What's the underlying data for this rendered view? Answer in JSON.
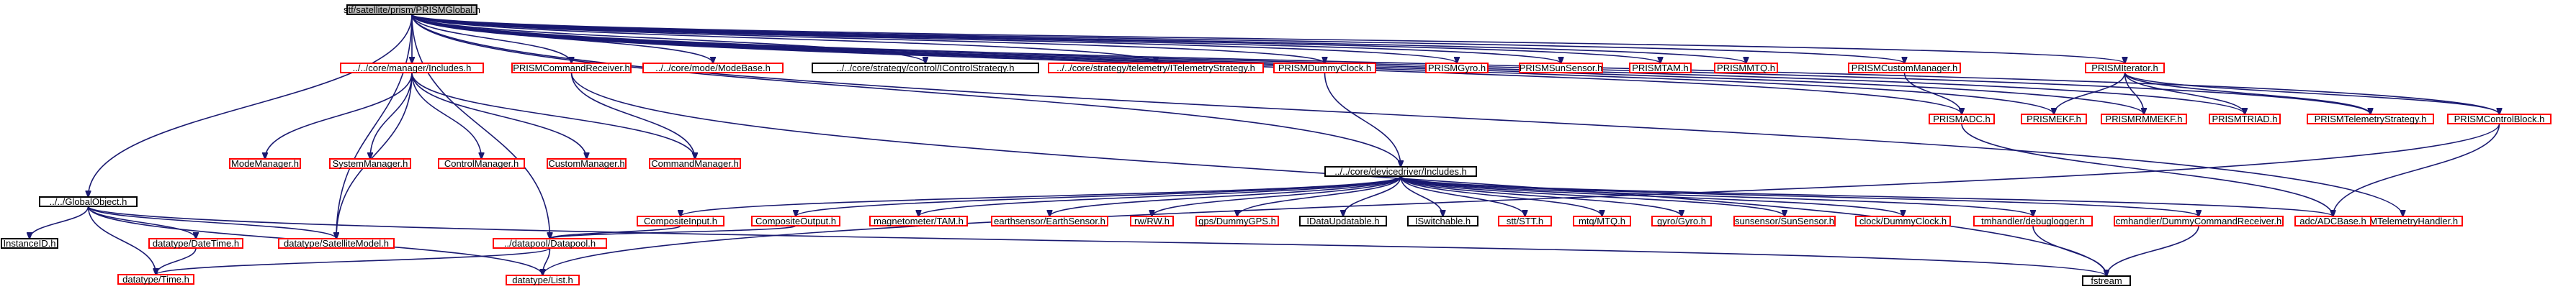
{
  "colors": {
    "edge": "#191970",
    "existing_border": "#000000",
    "missing_border": "#ff0000",
    "root_fill": "#bfbfbf",
    "node_fill": "#ffffff"
  },
  "nodes": {
    "root": {
      "label": "stf/satellite/prism/PRISMGlobal.h",
      "kind": "root"
    },
    "global_object": {
      "label": "../../GlobalObject.h",
      "kind": "existing"
    },
    "instance_id": {
      "label": "InstanceID.h",
      "kind": "existing"
    },
    "date_time": {
      "label": "datatype/DateTime.h",
      "kind": "missing"
    },
    "time": {
      "label": "datatype/Time.h",
      "kind": "missing"
    },
    "list": {
      "label": "datatype/List.h",
      "kind": "missing"
    },
    "satellite_model": {
      "label": "datatype/SatelliteModel.h",
      "kind": "missing"
    },
    "manager_includes": {
      "label": "../../core/manager/Includes.h",
      "kind": "missing"
    },
    "mode_manager": {
      "label": "ModeManager.h",
      "kind": "missing"
    },
    "system_manager": {
      "label": "SystemManager.h",
      "kind": "missing"
    },
    "control_manager": {
      "label": "ControlManager.h",
      "kind": "missing"
    },
    "custom_manager": {
      "label": "CustomManager.h",
      "kind": "missing"
    },
    "command_manager": {
      "label": "CommandManager.h",
      "kind": "missing"
    },
    "cmd_receiver": {
      "label": "PRISMCommandReceiver.h",
      "kind": "missing"
    },
    "mode_base": {
      "label": "../../core/mode/ModeBase.h",
      "kind": "missing"
    },
    "icontrol_strategy": {
      "label": "../../core/strategy/control/IControlStrategy.h",
      "kind": "existing"
    },
    "itelemetry_strategy": {
      "label": "../../core/strategy/telemetry/ITelemetryStrategy.h",
      "kind": "missing"
    },
    "dummy_clock": {
      "label": "PRISMDummyClock.h",
      "kind": "missing"
    },
    "gyro": {
      "label": "PRISMGyro.h",
      "kind": "missing"
    },
    "sun_sensor": {
      "label": "PRISMSunSensor.h",
      "kind": "missing"
    },
    "tam": {
      "label": "PRISMTAM.h",
      "kind": "missing"
    },
    "mtq": {
      "label": "PRISMMTQ.h",
      "kind": "missing"
    },
    "custom_manager_prism": {
      "label": "PRISMCustomManager.h",
      "kind": "missing"
    },
    "iterator": {
      "label": "PRISMIterator.h",
      "kind": "missing"
    },
    "devicedriver_includes": {
      "label": "../../core/devicedriver/Includes.h",
      "kind": "existing"
    },
    "prism_adc": {
      "label": "PRISMADC.h",
      "kind": "missing"
    },
    "ekf": {
      "label": "PRISMEKF.h",
      "kind": "missing"
    },
    "rmm_ekf": {
      "label": "PRISMRMMEKF.h",
      "kind": "missing"
    },
    "triad": {
      "label": "PRISMTRIAD.h",
      "kind": "missing"
    },
    "telemetry_strategy": {
      "label": "PRISMTelemetryStrategy.h",
      "kind": "missing"
    },
    "telemetry_handler": {
      "label": "PRISMTelemetryHandler.h",
      "kind": "missing"
    },
    "control_block": {
      "label": "PRISMControlBlock.h",
      "kind": "missing"
    },
    "composite_input": {
      "label": "CompositeInput.h",
      "kind": "missing"
    },
    "composite_output": {
      "label": "CompositeOutput.h",
      "kind": "missing"
    },
    "magnetometer_tam": {
      "label": "magnetometer/TAM.h",
      "kind": "missing"
    },
    "earth_sensor": {
      "label": "earthsensor/EarthSensor.h",
      "kind": "missing"
    },
    "rw": {
      "label": "rw/RW.h",
      "kind": "missing"
    },
    "gps": {
      "label": "gps/DummyGPS.h",
      "kind": "missing"
    },
    "idata_updatable": {
      "label": "IDataUpdatable.h",
      "kind": "existing"
    },
    "iswitchable": {
      "label": "ISwitchable.h",
      "kind": "existing"
    },
    "stt": {
      "label": "stt/STT.h",
      "kind": "missing"
    },
    "mtq_mtq": {
      "label": "mtq/MTQ.h",
      "kind": "missing"
    },
    "gyro_gyro": {
      "label": "gyro/Gyro.h",
      "kind": "missing"
    },
    "sunsensor": {
      "label": "sunsensor/SunSensor.h",
      "kind": "missing"
    },
    "clock_dummy": {
      "label": "clock/DummyClock.h",
      "kind": "missing"
    },
    "debug_logger": {
      "label": "tmhandler/debuglogger.h",
      "kind": "missing"
    },
    "dummy_cmd_receiver": {
      "label": "cmhandler/DummyCommandReceiver.h",
      "kind": "missing"
    },
    "adc_base": {
      "label": "adc/ADCBase.h",
      "kind": "missing"
    },
    "datapool": {
      "label": "../datapool/Datapool.h",
      "kind": "missing"
    },
    "fstream": {
      "label": "fstream",
      "kind": "existing"
    }
  },
  "edges": [
    [
      "root",
      "global_object"
    ],
    [
      "root",
      "satellite_model"
    ],
    [
      "root",
      "manager_includes"
    ],
    [
      "root",
      "cmd_receiver"
    ],
    [
      "root",
      "mode_base"
    ],
    [
      "root",
      "icontrol_strategy"
    ],
    [
      "root",
      "itelemetry_strategy"
    ],
    [
      "root",
      "dummy_clock"
    ],
    [
      "root",
      "gyro"
    ],
    [
      "root",
      "sun_sensor"
    ],
    [
      "root",
      "tam"
    ],
    [
      "root",
      "mtq"
    ],
    [
      "root",
      "custom_manager_prism"
    ],
    [
      "root",
      "iterator"
    ],
    [
      "root",
      "devicedriver_includes"
    ],
    [
      "root",
      "prism_adc"
    ],
    [
      "root",
      "ekf"
    ],
    [
      "root",
      "rmm_ekf"
    ],
    [
      "root",
      "triad"
    ],
    [
      "root",
      "telemetry_strategy"
    ],
    [
      "root",
      "telemetry_handler"
    ],
    [
      "root",
      "control_block"
    ],
    [
      "root",
      "datapool"
    ],
    [
      "global_object",
      "instance_id"
    ],
    [
      "global_object",
      "date_time"
    ],
    [
      "global_object",
      "time"
    ],
    [
      "global_object",
      "list"
    ],
    [
      "global_object",
      "satellite_model"
    ],
    [
      "global_object",
      "fstream"
    ],
    [
      "date_time",
      "time"
    ],
    [
      "manager_includes",
      "mode_manager"
    ],
    [
      "manager_includes",
      "system_manager"
    ],
    [
      "manager_includes",
      "control_manager"
    ],
    [
      "manager_includes",
      "custom_manager"
    ],
    [
      "manager_includes",
      "command_manager"
    ],
    [
      "manager_includes",
      "satellite_model"
    ],
    [
      "cmd_receiver",
      "command_manager"
    ],
    [
      "cmd_receiver",
      "fstream"
    ],
    [
      "dummy_clock",
      "devicedriver_includes"
    ],
    [
      "custom_manager_prism",
      "prism_adc"
    ],
    [
      "iterator",
      "ekf"
    ],
    [
      "iterator",
      "rmm_ekf"
    ],
    [
      "iterator",
      "triad"
    ],
    [
      "iterator",
      "telemetry_strategy"
    ],
    [
      "iterator",
      "control_block"
    ],
    [
      "prism_adc",
      "adc_base"
    ],
    [
      "control_block",
      "list"
    ],
    [
      "control_block",
      "adc_base"
    ],
    [
      "devicedriver_includes",
      "composite_input"
    ],
    [
      "devicedriver_includes",
      "composite_output"
    ],
    [
      "devicedriver_includes",
      "magnetometer_tam"
    ],
    [
      "devicedriver_includes",
      "earth_sensor"
    ],
    [
      "devicedriver_includes",
      "rw"
    ],
    [
      "devicedriver_includes",
      "gps"
    ],
    [
      "devicedriver_includes",
      "idata_updatable"
    ],
    [
      "devicedriver_includes",
      "iswitchable"
    ],
    [
      "devicedriver_includes",
      "stt"
    ],
    [
      "devicedriver_includes",
      "mtq_mtq"
    ],
    [
      "devicedriver_includes",
      "gyro_gyro"
    ],
    [
      "devicedriver_includes",
      "sunsensor"
    ],
    [
      "devicedriver_includes",
      "clock_dummy"
    ],
    [
      "devicedriver_includes",
      "debug_logger"
    ],
    [
      "devicedriver_includes",
      "dummy_cmd_receiver"
    ],
    [
      "devicedriver_includes",
      "adc_base"
    ],
    [
      "composite_input",
      "datapool"
    ],
    [
      "composite_output",
      "datapool"
    ],
    [
      "debug_logger",
      "fstream"
    ],
    [
      "dummy_cmd_receiver",
      "fstream"
    ],
    [
      "datapool",
      "time"
    ],
    [
      "datapool",
      "list"
    ]
  ]
}
